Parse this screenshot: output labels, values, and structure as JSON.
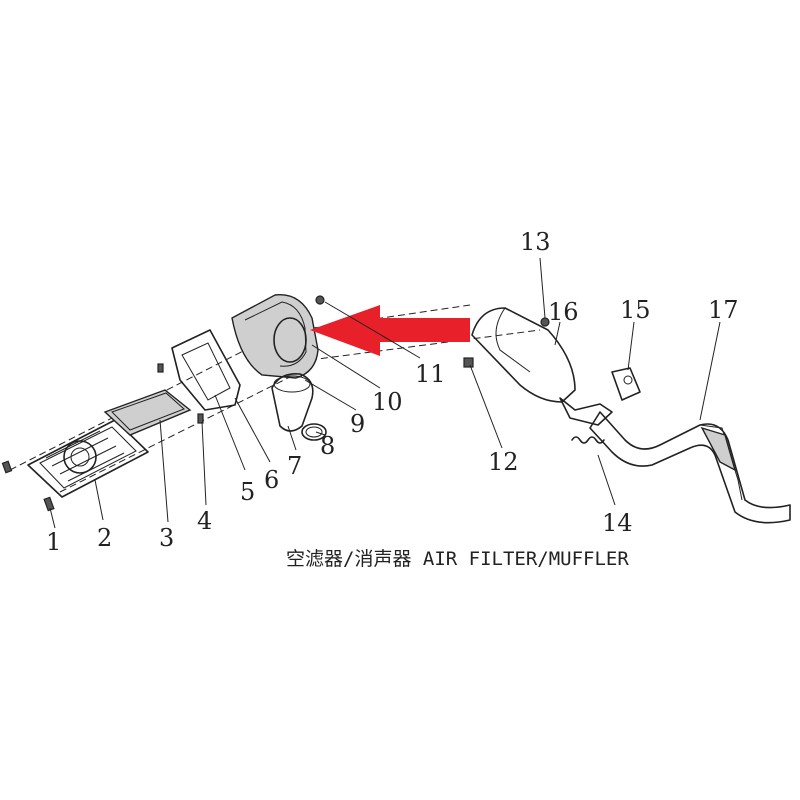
{
  "caption": "空滤器/消声器 AIR FILTER/MUFFLER",
  "callouts": [
    {
      "id": "1",
      "label": "1"
    },
    {
      "id": "2",
      "label": "2"
    },
    {
      "id": "3",
      "label": "3"
    },
    {
      "id": "4",
      "label": "4"
    },
    {
      "id": "5",
      "label": "5"
    },
    {
      "id": "6",
      "label": "6"
    },
    {
      "id": "7",
      "label": "7"
    },
    {
      "id": "8",
      "label": "8"
    },
    {
      "id": "9",
      "label": "9"
    },
    {
      "id": "10",
      "label": "10"
    },
    {
      "id": "11",
      "label": "11"
    },
    {
      "id": "12",
      "label": "12"
    },
    {
      "id": "13",
      "label": "13"
    },
    {
      "id": "14",
      "label": "14"
    },
    {
      "id": "15",
      "label": "15"
    },
    {
      "id": "16",
      "label": "16"
    },
    {
      "id": "17",
      "label": "17"
    }
  ],
  "colors": {
    "arrow": "#e8202a",
    "line": "#222222"
  },
  "arrow_direction": "left"
}
